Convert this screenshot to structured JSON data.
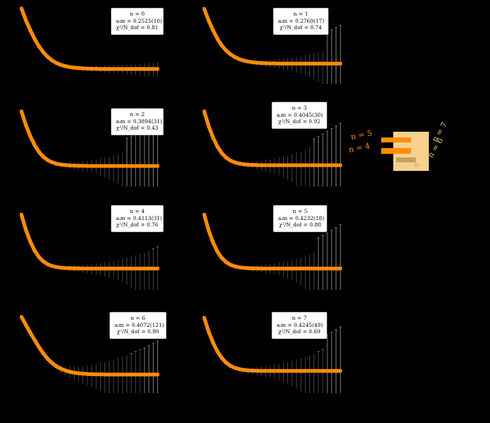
{
  "figure": {
    "title": "",
    "background_color": "#000000",
    "curve_color": "#ff8c0a",
    "errorbar_color": "#a0a0a0",
    "box_background": "#ffffff",
    "rows": 4,
    "cols": 2
  },
  "labels": {
    "amp_prefix": "a",
    "amp_sub": "t",
    "amp_rest": "m = ",
    "chi_sym": "χ",
    "chi_sup": "2",
    "chi_mid": "/N",
    "chi_sub": "dof",
    "eq": " = ",
    "n_prefix": "n = "
  },
  "panels": [
    {
      "n": "0",
      "n_label": "n = 0",
      "mass": "aₜm = 0.2525(10)",
      "mass_value": "0.2525(10)",
      "chi2": "χ²/N_dof = 0.81",
      "chi2_value": "0.81"
    },
    {
      "n": "1",
      "n_label": "n = 1",
      "mass": "aₜm = 0.2760(17)",
      "mass_value": "0.2760(17)",
      "chi2": "χ²/N_dof = 0.74",
      "chi2_value": "0.74"
    },
    {
      "n": "2",
      "n_label": "n = 2",
      "mass": "aₜm = 0.3894(31)",
      "mass_value": "0.3894(31)",
      "chi2": "χ²/N_dof = 0.43",
      "chi2_value": "0.43"
    },
    {
      "n": "3",
      "n_label": "n = 3",
      "mass": "aₜm = 0.4045(30)",
      "mass_value": "0.4045(30)",
      "chi2": "χ²/N_dof = 0.92",
      "chi2_value": "0.92"
    },
    {
      "n": "4",
      "n_label": "n = 4",
      "mass": "aₜm = 0.4113(31)",
      "mass_value": "0.4113(31)",
      "chi2": "χ²/N_dof = 0.76",
      "chi2_value": "0.76"
    },
    {
      "n": "5",
      "n_label": "n = 5",
      "mass": "aₜm = 0.4232(18)",
      "mass_value": "0.4232(18)",
      "chi2": "χ²/N_dof = 0.88",
      "chi2_value": "0.88"
    },
    {
      "n": "6",
      "n_label": "n = 6",
      "mass": "aₜm = 0.4072(121)",
      "mass_value": "0.4072(121)",
      "chi2": "χ²/N_dof = 0.90",
      "chi2_value": "0.90"
    },
    {
      "n": "7",
      "n_label": "n = 7",
      "mass": "aₜm = 0.4245(49)",
      "mass_value": "0.4245(49)",
      "chi2": "χ²/N_dof = 0.69",
      "chi2_value": "0.69"
    }
  ],
  "legend": {
    "entries": [
      {
        "label": "n = 5",
        "color": "#ff8c0a"
      },
      {
        "label": "n = 4",
        "color": "#ff8c0a"
      },
      {
        "label": "n = 7",
        "color": "#f0c277"
      },
      {
        "label": "n = 6",
        "color": "#f0c277"
      },
      {
        "label": "n",
        "color": "#c9a257"
      }
    ]
  },
  "chart_data": {
    "type": "line",
    "title": "",
    "xlabel": "",
    "ylabel": "",
    "grid": false,
    "legend_position": "right",
    "series_color": "#ff8c0a",
    "panels": [
      {
        "name": "n = 0",
        "fit_mass": 0.2525,
        "fit_mass_err": 0.001,
        "chi2_per_dof": 0.81,
        "x": [
          0,
          1,
          2,
          3,
          4,
          5,
          6,
          7,
          8,
          9,
          10,
          11,
          12,
          13,
          14,
          15,
          16,
          17,
          18,
          19,
          20,
          21,
          22,
          23,
          24,
          25,
          26,
          27,
          28,
          29,
          30,
          31
        ],
        "y": [
          1.0,
          0.72,
          0.545,
          0.425,
          0.345,
          0.292,
          0.256,
          0.232,
          0.216,
          0.205,
          0.198,
          0.193,
          0.19,
          0.188,
          0.186,
          0.185,
          0.184,
          0.184,
          0.183,
          0.183,
          0.183,
          0.183,
          0.183,
          0.183,
          0.183,
          0.183,
          0.183,
          0.183,
          0.183,
          0.183,
          0.183,
          0.183
        ],
        "yerr": [
          0.004,
          0.004,
          0.004,
          0.004,
          0.005,
          0.005,
          0.006,
          0.006,
          0.007,
          0.008,
          0.009,
          0.01,
          0.011,
          0.012,
          0.013,
          0.014,
          0.015,
          0.016,
          0.017,
          0.018,
          0.02,
          0.021,
          0.022,
          0.024,
          0.025,
          0.027,
          0.028,
          0.03,
          0.032,
          0.034,
          0.036,
          0.038
        ],
        "ylim": [
          0.12,
          1.08
        ],
        "xlim": [
          -1,
          33
        ]
      },
      {
        "name": "n = 1",
        "fit_mass": 0.276,
        "fit_mass_err": 0.0017,
        "chi2_per_dof": 0.74,
        "x": [
          0,
          1,
          2,
          3,
          4,
          5,
          6,
          7,
          8,
          9,
          10,
          11,
          12,
          13,
          14,
          15,
          16,
          17,
          18,
          19,
          20,
          21,
          22,
          23,
          24,
          25,
          26,
          27,
          28,
          29,
          30,
          31
        ],
        "y": [
          1.0,
          0.7,
          0.52,
          0.4,
          0.325,
          0.278,
          0.248,
          0.228,
          0.214,
          0.205,
          0.199,
          0.195,
          0.192,
          0.19,
          0.189,
          0.188,
          0.188,
          0.187,
          0.187,
          0.187,
          0.187,
          0.187,
          0.187,
          0.187,
          0.187,
          0.187,
          0.187,
          0.187,
          0.187,
          0.187,
          0.187,
          0.187
        ],
        "yerr": [
          0.005,
          0.005,
          0.005,
          0.005,
          0.006,
          0.006,
          0.007,
          0.008,
          0.009,
          0.01,
          0.011,
          0.013,
          0.015,
          0.017,
          0.019,
          0.022,
          0.025,
          0.028,
          0.031,
          0.035,
          0.039,
          0.044,
          0.05,
          0.056,
          0.063,
          0.071,
          0.08,
          0.09,
          0.3,
          0.34,
          0.38,
          0.42
        ],
        "ylim": [
          0.1,
          1.1
        ],
        "xlim": [
          -1,
          33
        ]
      },
      {
        "name": "n = 2",
        "fit_mass": 0.3894,
        "fit_mass_err": 0.0031,
        "chi2_per_dof": 0.43,
        "x": [
          0,
          1,
          2,
          3,
          4,
          5,
          6,
          7,
          8,
          9,
          10,
          11,
          12,
          13,
          14,
          15,
          16,
          17,
          18,
          19,
          20,
          21,
          22,
          23,
          24,
          25,
          26,
          27,
          28,
          29,
          30,
          31
        ],
        "y": [
          1.0,
          0.66,
          0.47,
          0.355,
          0.288,
          0.248,
          0.224,
          0.21,
          0.201,
          0.196,
          0.193,
          0.191,
          0.19,
          0.189,
          0.189,
          0.188,
          0.188,
          0.188,
          0.188,
          0.188,
          0.188,
          0.188,
          0.188,
          0.188,
          0.188,
          0.188,
          0.188,
          0.188,
          0.188,
          0.188,
          0.188,
          0.188
        ],
        "yerr": [
          0.005,
          0.005,
          0.006,
          0.006,
          0.007,
          0.008,
          0.009,
          0.01,
          0.012,
          0.014,
          0.016,
          0.018,
          0.021,
          0.024,
          0.028,
          0.032,
          0.037,
          0.042,
          0.048,
          0.055,
          0.063,
          0.072,
          0.082,
          0.094,
          0.25,
          0.28,
          0.31,
          0.34,
          0.38,
          0.42,
          0.46,
          0.5
        ],
        "ylim": [
          0.1,
          1.1
        ],
        "xlim": [
          -1,
          33
        ]
      },
      {
        "name": "n = 3",
        "fit_mass": 0.4045,
        "fit_mass_err": 0.003,
        "chi2_per_dof": 0.92,
        "x": [
          0,
          1,
          2,
          3,
          4,
          5,
          6,
          7,
          8,
          9,
          10,
          11,
          12,
          13,
          14,
          15,
          16,
          17,
          18,
          19,
          20,
          21,
          22,
          23,
          24,
          25,
          26,
          27,
          28,
          29,
          30,
          31
        ],
        "y": [
          1.0,
          0.64,
          0.45,
          0.34,
          0.278,
          0.242,
          0.221,
          0.209,
          0.202,
          0.198,
          0.195,
          0.194,
          0.193,
          0.192,
          0.192,
          0.192,
          0.192,
          0.192,
          0.192,
          0.192,
          0.192,
          0.192,
          0.192,
          0.192,
          0.192,
          0.192,
          0.192,
          0.192,
          0.192,
          0.192,
          0.192,
          0.192
        ],
        "yerr": [
          0.005,
          0.005,
          0.006,
          0.007,
          0.008,
          0.009,
          0.01,
          0.012,
          0.014,
          0.016,
          0.019,
          0.022,
          0.025,
          0.029,
          0.034,
          0.039,
          0.045,
          0.052,
          0.06,
          0.069,
          0.079,
          0.091,
          0.1,
          0.12,
          0.14,
          0.24,
          0.27,
          0.31,
          0.35,
          0.4,
          0.45,
          0.5
        ],
        "ylim": [
          0.1,
          1.1
        ],
        "xlim": [
          -1,
          33
        ]
      },
      {
        "name": "n = 4",
        "fit_mass": 0.4113,
        "fit_mass_err": 0.0031,
        "chi2_per_dof": 0.76,
        "x": [
          0,
          1,
          2,
          3,
          4,
          5,
          6,
          7,
          8,
          9,
          10,
          11,
          12,
          13,
          14,
          15,
          16,
          17,
          18,
          19,
          20,
          21,
          22,
          23,
          24,
          25,
          26,
          27,
          28,
          29,
          30,
          31
        ],
        "y": [
          1.0,
          0.63,
          0.44,
          0.332,
          0.272,
          0.238,
          0.218,
          0.207,
          0.201,
          0.197,
          0.195,
          0.194,
          0.193,
          0.193,
          0.192,
          0.192,
          0.192,
          0.192,
          0.192,
          0.192,
          0.192,
          0.192,
          0.192,
          0.192,
          0.192,
          0.192,
          0.192,
          0.192,
          0.192,
          0.192,
          0.192,
          0.192
        ],
        "yerr": [
          0.004,
          0.004,
          0.005,
          0.005,
          0.006,
          0.007,
          0.008,
          0.009,
          0.01,
          0.012,
          0.013,
          0.015,
          0.017,
          0.019,
          0.022,
          0.025,
          0.028,
          0.032,
          0.036,
          0.041,
          0.046,
          0.052,
          0.059,
          0.066,
          0.075,
          0.085,
          0.096,
          0.11,
          0.12,
          0.14,
          0.16,
          0.18
        ],
        "ylim": [
          0.1,
          1.1
        ],
        "xlim": [
          -1,
          33
        ]
      },
      {
        "name": "n = 5",
        "fit_mass": 0.4232,
        "fit_mass_err": 0.0018,
        "chi2_per_dof": 0.88,
        "x": [
          0,
          1,
          2,
          3,
          4,
          5,
          6,
          7,
          8,
          9,
          10,
          11,
          12,
          13,
          14,
          15,
          16,
          17,
          18,
          19,
          20,
          21,
          22,
          23,
          24,
          25,
          26,
          27,
          28,
          29,
          30,
          31
        ],
        "y": [
          1.0,
          0.62,
          0.428,
          0.322,
          0.265,
          0.233,
          0.215,
          0.205,
          0.199,
          0.196,
          0.194,
          0.193,
          0.193,
          0.192,
          0.192,
          0.192,
          0.192,
          0.192,
          0.192,
          0.192,
          0.192,
          0.192,
          0.192,
          0.192,
          0.192,
          0.192,
          0.192,
          0.192,
          0.192,
          0.192,
          0.192,
          0.192
        ],
        "yerr": [
          0.004,
          0.004,
          0.005,
          0.005,
          0.006,
          0.007,
          0.008,
          0.009,
          0.011,
          0.012,
          0.014,
          0.016,
          0.019,
          0.022,
          0.025,
          0.029,
          0.033,
          0.038,
          0.044,
          0.051,
          0.058,
          0.067,
          0.077,
          0.089,
          0.1,
          0.12,
          0.3,
          0.34,
          0.38,
          0.43,
          0.48,
          0.54
        ],
        "ylim": [
          0.1,
          1.1
        ],
        "xlim": [
          -1,
          33
        ]
      },
      {
        "name": "n = 6",
        "fit_mass": 0.4072,
        "fit_mass_err": 0.0121,
        "chi2_per_dof": 0.9,
        "x": [
          0,
          1,
          2,
          3,
          4,
          5,
          6,
          7,
          8,
          9,
          10,
          11,
          12,
          13,
          14,
          15,
          16,
          17,
          18,
          19,
          20,
          21,
          22,
          23,
          24,
          25,
          26,
          27,
          28,
          29,
          30,
          31
        ],
        "y": [
          1.0,
          0.8,
          0.645,
          0.525,
          0.43,
          0.36,
          0.31,
          0.276,
          0.252,
          0.236,
          0.225,
          0.217,
          0.212,
          0.208,
          0.206,
          0.204,
          0.203,
          0.202,
          0.202,
          0.201,
          0.201,
          0.201,
          0.201,
          0.201,
          0.201,
          0.201,
          0.201,
          0.201,
          0.201,
          0.201,
          0.201,
          0.201
        ],
        "yerr": [
          0.012,
          0.012,
          0.013,
          0.014,
          0.015,
          0.017,
          0.019,
          0.021,
          0.024,
          0.027,
          0.03,
          0.034,
          0.038,
          0.043,
          0.048,
          0.054,
          0.06,
          0.067,
          0.075,
          0.084,
          0.094,
          0.1,
          0.12,
          0.13,
          0.14,
          0.16,
          0.18,
          0.2,
          0.22,
          0.25,
          0.28,
          0.31
        ],
        "ylim": [
          0.12,
          1.06
        ],
        "xlim": [
          -1,
          33
        ]
      },
      {
        "name": "n = 7",
        "fit_mass": 0.4245,
        "fit_mass_err": 0.0049,
        "chi2_per_dof": 0.69,
        "x": [
          0,
          1,
          2,
          3,
          4,
          5,
          6,
          7,
          8,
          9,
          10,
          11,
          12,
          13,
          14,
          15,
          16,
          17,
          18,
          19,
          20,
          21,
          22,
          23,
          24,
          25,
          26,
          27,
          28,
          29,
          30,
          31
        ],
        "y": [
          1.0,
          0.66,
          0.47,
          0.358,
          0.292,
          0.253,
          0.23,
          0.216,
          0.208,
          0.203,
          0.2,
          0.199,
          0.198,
          0.197,
          0.197,
          0.197,
          0.197,
          0.197,
          0.197,
          0.197,
          0.197,
          0.197,
          0.197,
          0.197,
          0.197,
          0.197,
          0.197,
          0.197,
          0.197,
          0.197,
          0.197,
          0.197
        ],
        "yerr": [
          0.006,
          0.006,
          0.007,
          0.007,
          0.008,
          0.009,
          0.011,
          0.012,
          0.014,
          0.016,
          0.019,
          0.021,
          0.025,
          0.028,
          0.032,
          0.037,
          0.042,
          0.048,
          0.055,
          0.063,
          0.072,
          0.082,
          0.094,
          0.11,
          0.12,
          0.14,
          0.16,
          0.18,
          0.4,
          0.45,
          0.5,
          0.56
        ],
        "ylim": [
          0.1,
          1.1
        ],
        "xlim": [
          -1,
          33
        ]
      }
    ]
  }
}
